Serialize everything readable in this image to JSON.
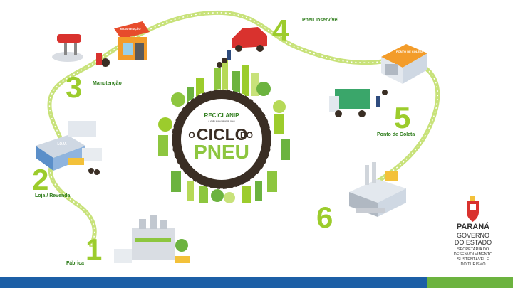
{
  "title": {
    "o": "O",
    "ciclo": "CICLO",
    "do": "DO",
    "pneu": "PNEU"
  },
  "brand": {
    "name": "RECICLANIP",
    "tagline": "a visão sustentável do pneu"
  },
  "steps": [
    {
      "number": "1",
      "label": "Fábrica"
    },
    {
      "number": "2",
      "label": "Loja / Revenda"
    },
    {
      "number": "3",
      "label": "Manutenção"
    },
    {
      "number": "4",
      "label": "Pneu Inservível"
    },
    {
      "number": "5",
      "label": "Ponto de Coleta"
    },
    {
      "number": "6",
      "label": ""
    }
  ],
  "signs": {
    "loja": "LOJA",
    "manutencao": "MANUTENÇÃO",
    "ponto": "PONTO DE COLETA"
  },
  "government": {
    "state": "PARANÁ",
    "line1": "GOVERNO",
    "line2": "DO ESTADO",
    "secretariat": [
      "SECRETARIA DO",
      "DESENVOLVIMENTO",
      "SUSTENTÁVEL E",
      "DO TURISMO"
    ]
  },
  "colors": {
    "path": "#c8e27a",
    "accent_green": "#8dc63f",
    "dark_green": "#2f7d1c",
    "tire": "#3a2e24",
    "footer_blue": "#1c5fa6",
    "footer_green": "#6cb33f"
  }
}
